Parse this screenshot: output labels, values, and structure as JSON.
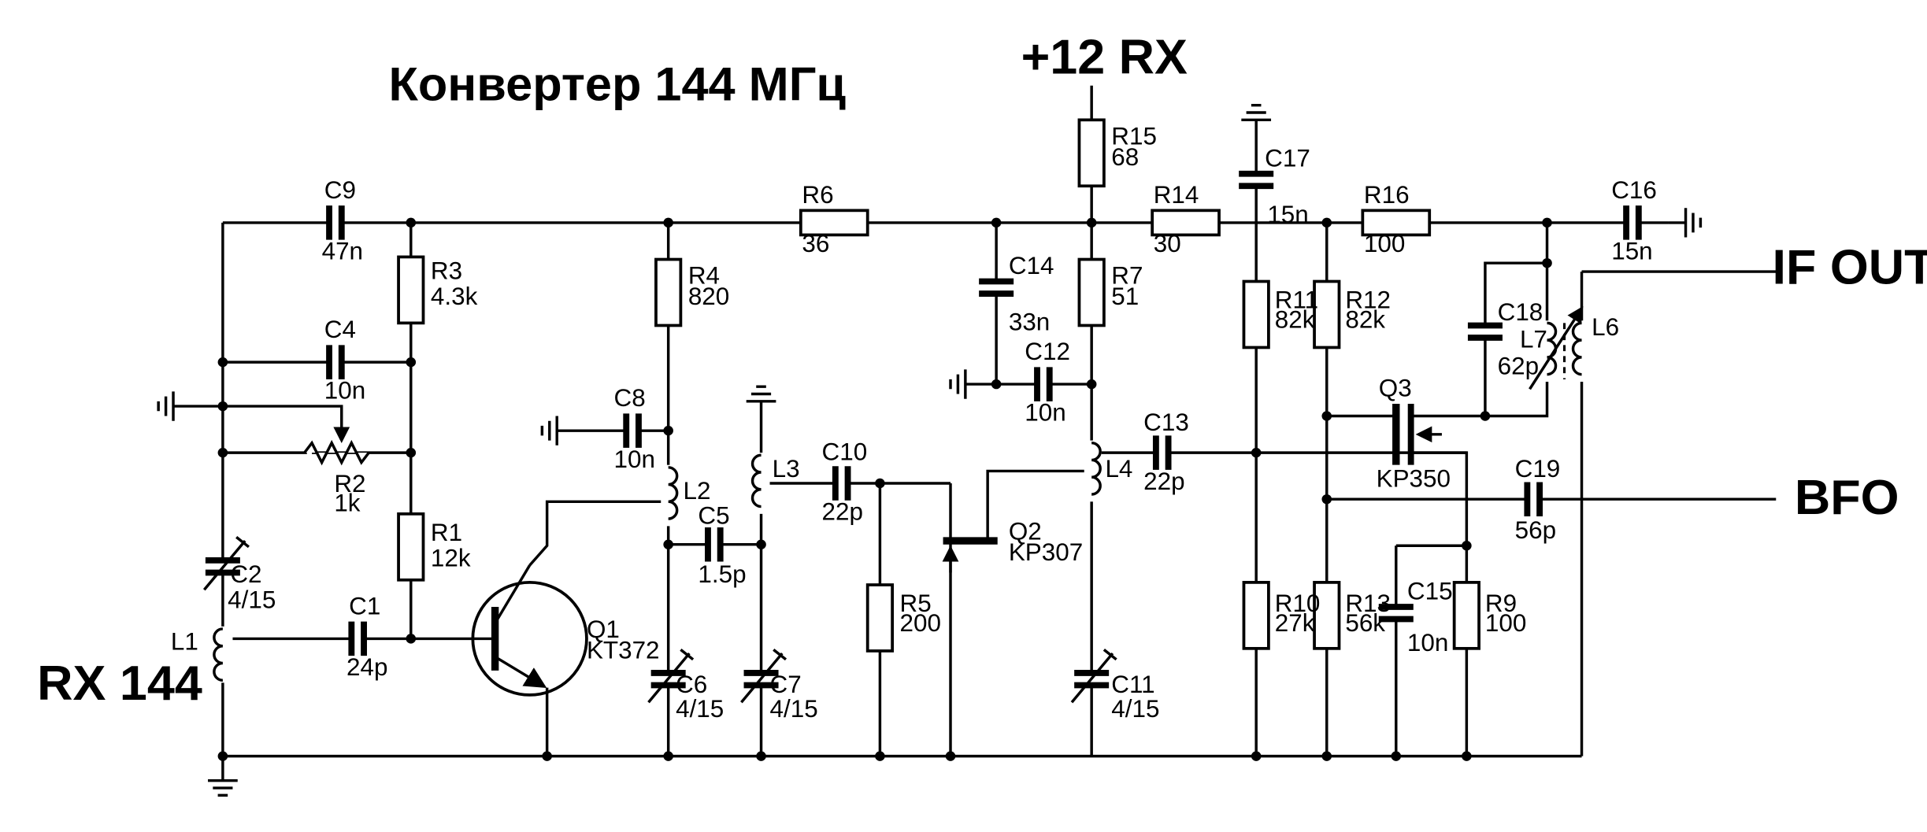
{
  "title": "Конвертер 144 МГц",
  "supply": "+12 RX",
  "ports": {
    "input": "RX 144",
    "if_out": "IF OUT",
    "bfo": "BFO"
  },
  "components": {
    "R1": {
      "ref": "R1",
      "value": "12k"
    },
    "R2": {
      "ref": "R2",
      "value": "1k"
    },
    "R3": {
      "ref": "R3",
      "value": "4.3k"
    },
    "R4": {
      "ref": "R4",
      "value": "820"
    },
    "R5": {
      "ref": "R5",
      "value": "200"
    },
    "R6": {
      "ref": "R6",
      "value": "36"
    },
    "R7": {
      "ref": "R7",
      "value": "51"
    },
    "R9": {
      "ref": "R9",
      "value": "100"
    },
    "R10": {
      "ref": "R10",
      "value": "27k"
    },
    "R11": {
      "ref": "R11",
      "value": "82k"
    },
    "R12": {
      "ref": "R12",
      "value": "82k"
    },
    "R13": {
      "ref": "R13",
      "value": "56k"
    },
    "R14": {
      "ref": "R14",
      "value": "30"
    },
    "R15": {
      "ref": "R15",
      "value": "68"
    },
    "R16": {
      "ref": "R16",
      "value": "100"
    },
    "C1": {
      "ref": "C1",
      "value": "24p"
    },
    "C2": {
      "ref": "C2",
      "value": "4/15"
    },
    "C4": {
      "ref": "C4",
      "value": "10n"
    },
    "C5": {
      "ref": "C5",
      "value": "1.5p"
    },
    "C6": {
      "ref": "C6",
      "value": "4/15"
    },
    "C7": {
      "ref": "C7",
      "value": "4/15"
    },
    "C8": {
      "ref": "C8",
      "value": "10n"
    },
    "C9": {
      "ref": "C9",
      "value": "47n"
    },
    "C10": {
      "ref": "C10",
      "value": "22p"
    },
    "C11": {
      "ref": "C11",
      "value": "4/15"
    },
    "C12": {
      "ref": "C12",
      "value": "10n"
    },
    "C13": {
      "ref": "C13",
      "value": "22p"
    },
    "C14": {
      "ref": "C14",
      "value": "33n"
    },
    "C15": {
      "ref": "C15",
      "value": "10n"
    },
    "C16": {
      "ref": "C16",
      "value": "15n"
    },
    "C17": {
      "ref": "C17",
      "value": "15n"
    },
    "C18": {
      "ref": "C18",
      "value": "62p"
    },
    "C19": {
      "ref": "C19",
      "value": "56p"
    },
    "L1": {
      "ref": "L1"
    },
    "L2": {
      "ref": "L2"
    },
    "L3": {
      "ref": "L3"
    },
    "L4": {
      "ref": "L4"
    },
    "L6": {
      "ref": "L6"
    },
    "L7": {
      "ref": "L7"
    },
    "Q1": {
      "ref": "Q1",
      "value": "KT372"
    },
    "Q2": {
      "ref": "Q2",
      "value": "KP307"
    },
    "Q3": {
      "ref": "Q3",
      "value": "KP350"
    }
  }
}
